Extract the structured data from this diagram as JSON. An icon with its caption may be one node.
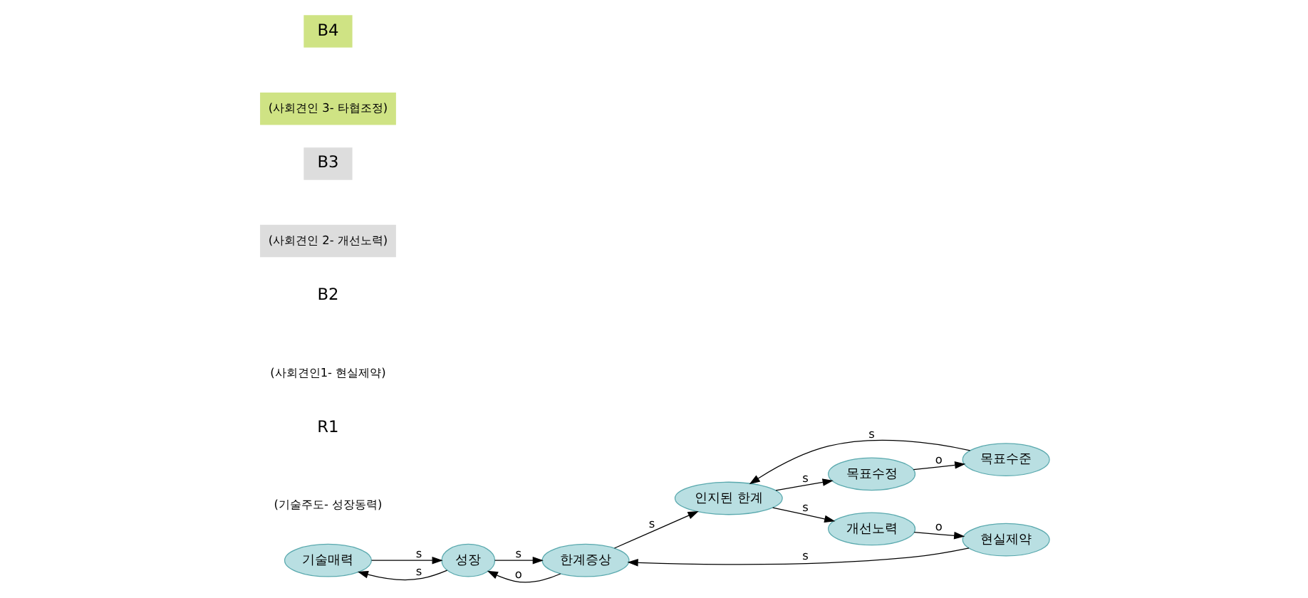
{
  "diagram": {
    "nodes": [
      {
        "text": [
          "기술매력"
        ]
      },
      {
        "text": [
          "성장"
        ]
      },
      {
        "text": [
          "한계증상"
        ]
      },
      {
        "text": [
          "현실제약"
        ]
      },
      {
        "text": [
          "인지된 한계"
        ]
      },
      {
        "text": [
          "개선노력"
        ]
      },
      {
        "text": [
          "목표수정"
        ]
      },
      {
        "text": [
          "목표수준"
        ]
      }
    ],
    "edges": [
      {
        "from": 0,
        "to": 1,
        "arrow": "to",
        "label": "s"
      },
      {
        "from": 1,
        "to": 0,
        "arrow": "to",
        "label": "s"
      },
      {
        "from": 2,
        "to": 1,
        "arrow": "to",
        "label": "o"
      },
      {
        "from": 1,
        "to": 2,
        "arrow": "to",
        "label": "s"
      },
      {
        "from": 3,
        "to": 2,
        "arrow": "to",
        "label": "s"
      },
      {
        "from": 2,
        "to": 4,
        "arrow": "to",
        "label": "s"
      },
      {
        "from": 4,
        "to": 5,
        "arrow": "to",
        "label": "s"
      },
      {
        "from": 5,
        "to": 3,
        "arrow": "to",
        "label": "o"
      },
      {
        "from": 4,
        "to": 6,
        "arrow": "to",
        "label": "s"
      },
      {
        "from": 6,
        "to": 7,
        "arrow": "to",
        "label": "o"
      },
      {
        "from": 7,
        "to": 4,
        "arrow": "to",
        "label": "s"
      }
    ],
    "labels": [
      "R1",
      "(기술주도- 성장동력)",
      "B2",
      "(사회견인1- 현실제약)",
      "B3",
      "(사회견인 2- 개선노력)",
      "B4",
      "(사회견인 3- 타협조정)"
    ]
  }
}
